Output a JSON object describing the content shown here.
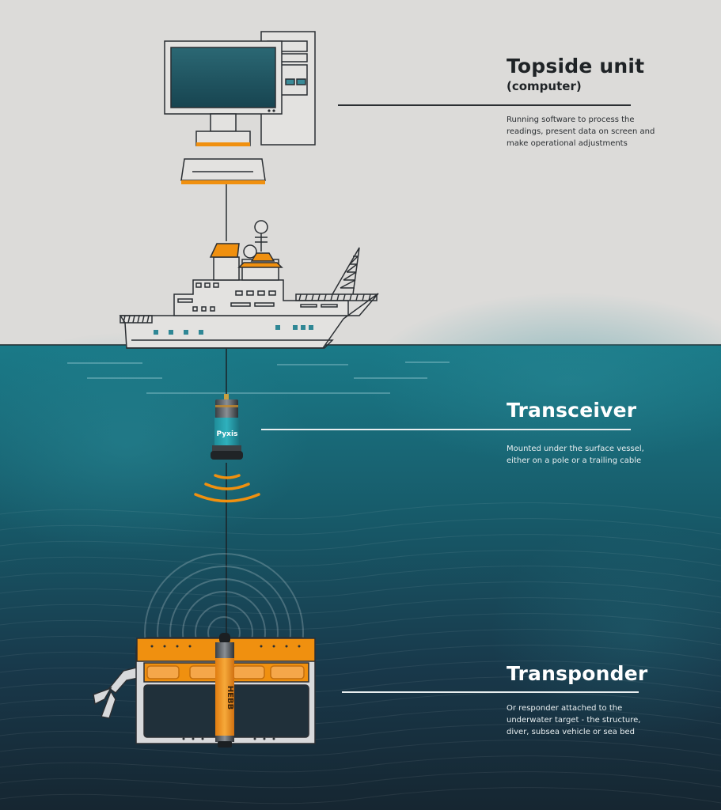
{
  "colors": {
    "sky": "#dcdbd9",
    "sea_top": "#1c7886",
    "sea_bottom": "#182a35",
    "accent_orange": "#f0900f",
    "teal_screen": "#1e5a67",
    "outline": "#2a2e32"
  },
  "topside": {
    "title": "Topside unit",
    "subtitle": "(computer)",
    "description": "Running software to process the\nreadings, present data on screen and\nmake operational adjustments"
  },
  "transceiver": {
    "title": "Transceiver",
    "description": "Mounted under the surface vessel,\neither on a pole or a trailing cable",
    "brand_label": "Pyxis"
  },
  "transponder": {
    "title": "Transponder",
    "description": "Or responder attached to the\nunderwater target - the structure,\ndiver, subsea vehicle or sea bed",
    "device_label": "HEBB"
  },
  "icons": [
    "computer-monitor-icon",
    "computer-tower-icon",
    "keyboard-icon",
    "ship-icon",
    "transceiver-device-icon",
    "sonar-wave-icon",
    "rov-icon",
    "transponder-device-icon",
    "robotic-arm-icon"
  ]
}
